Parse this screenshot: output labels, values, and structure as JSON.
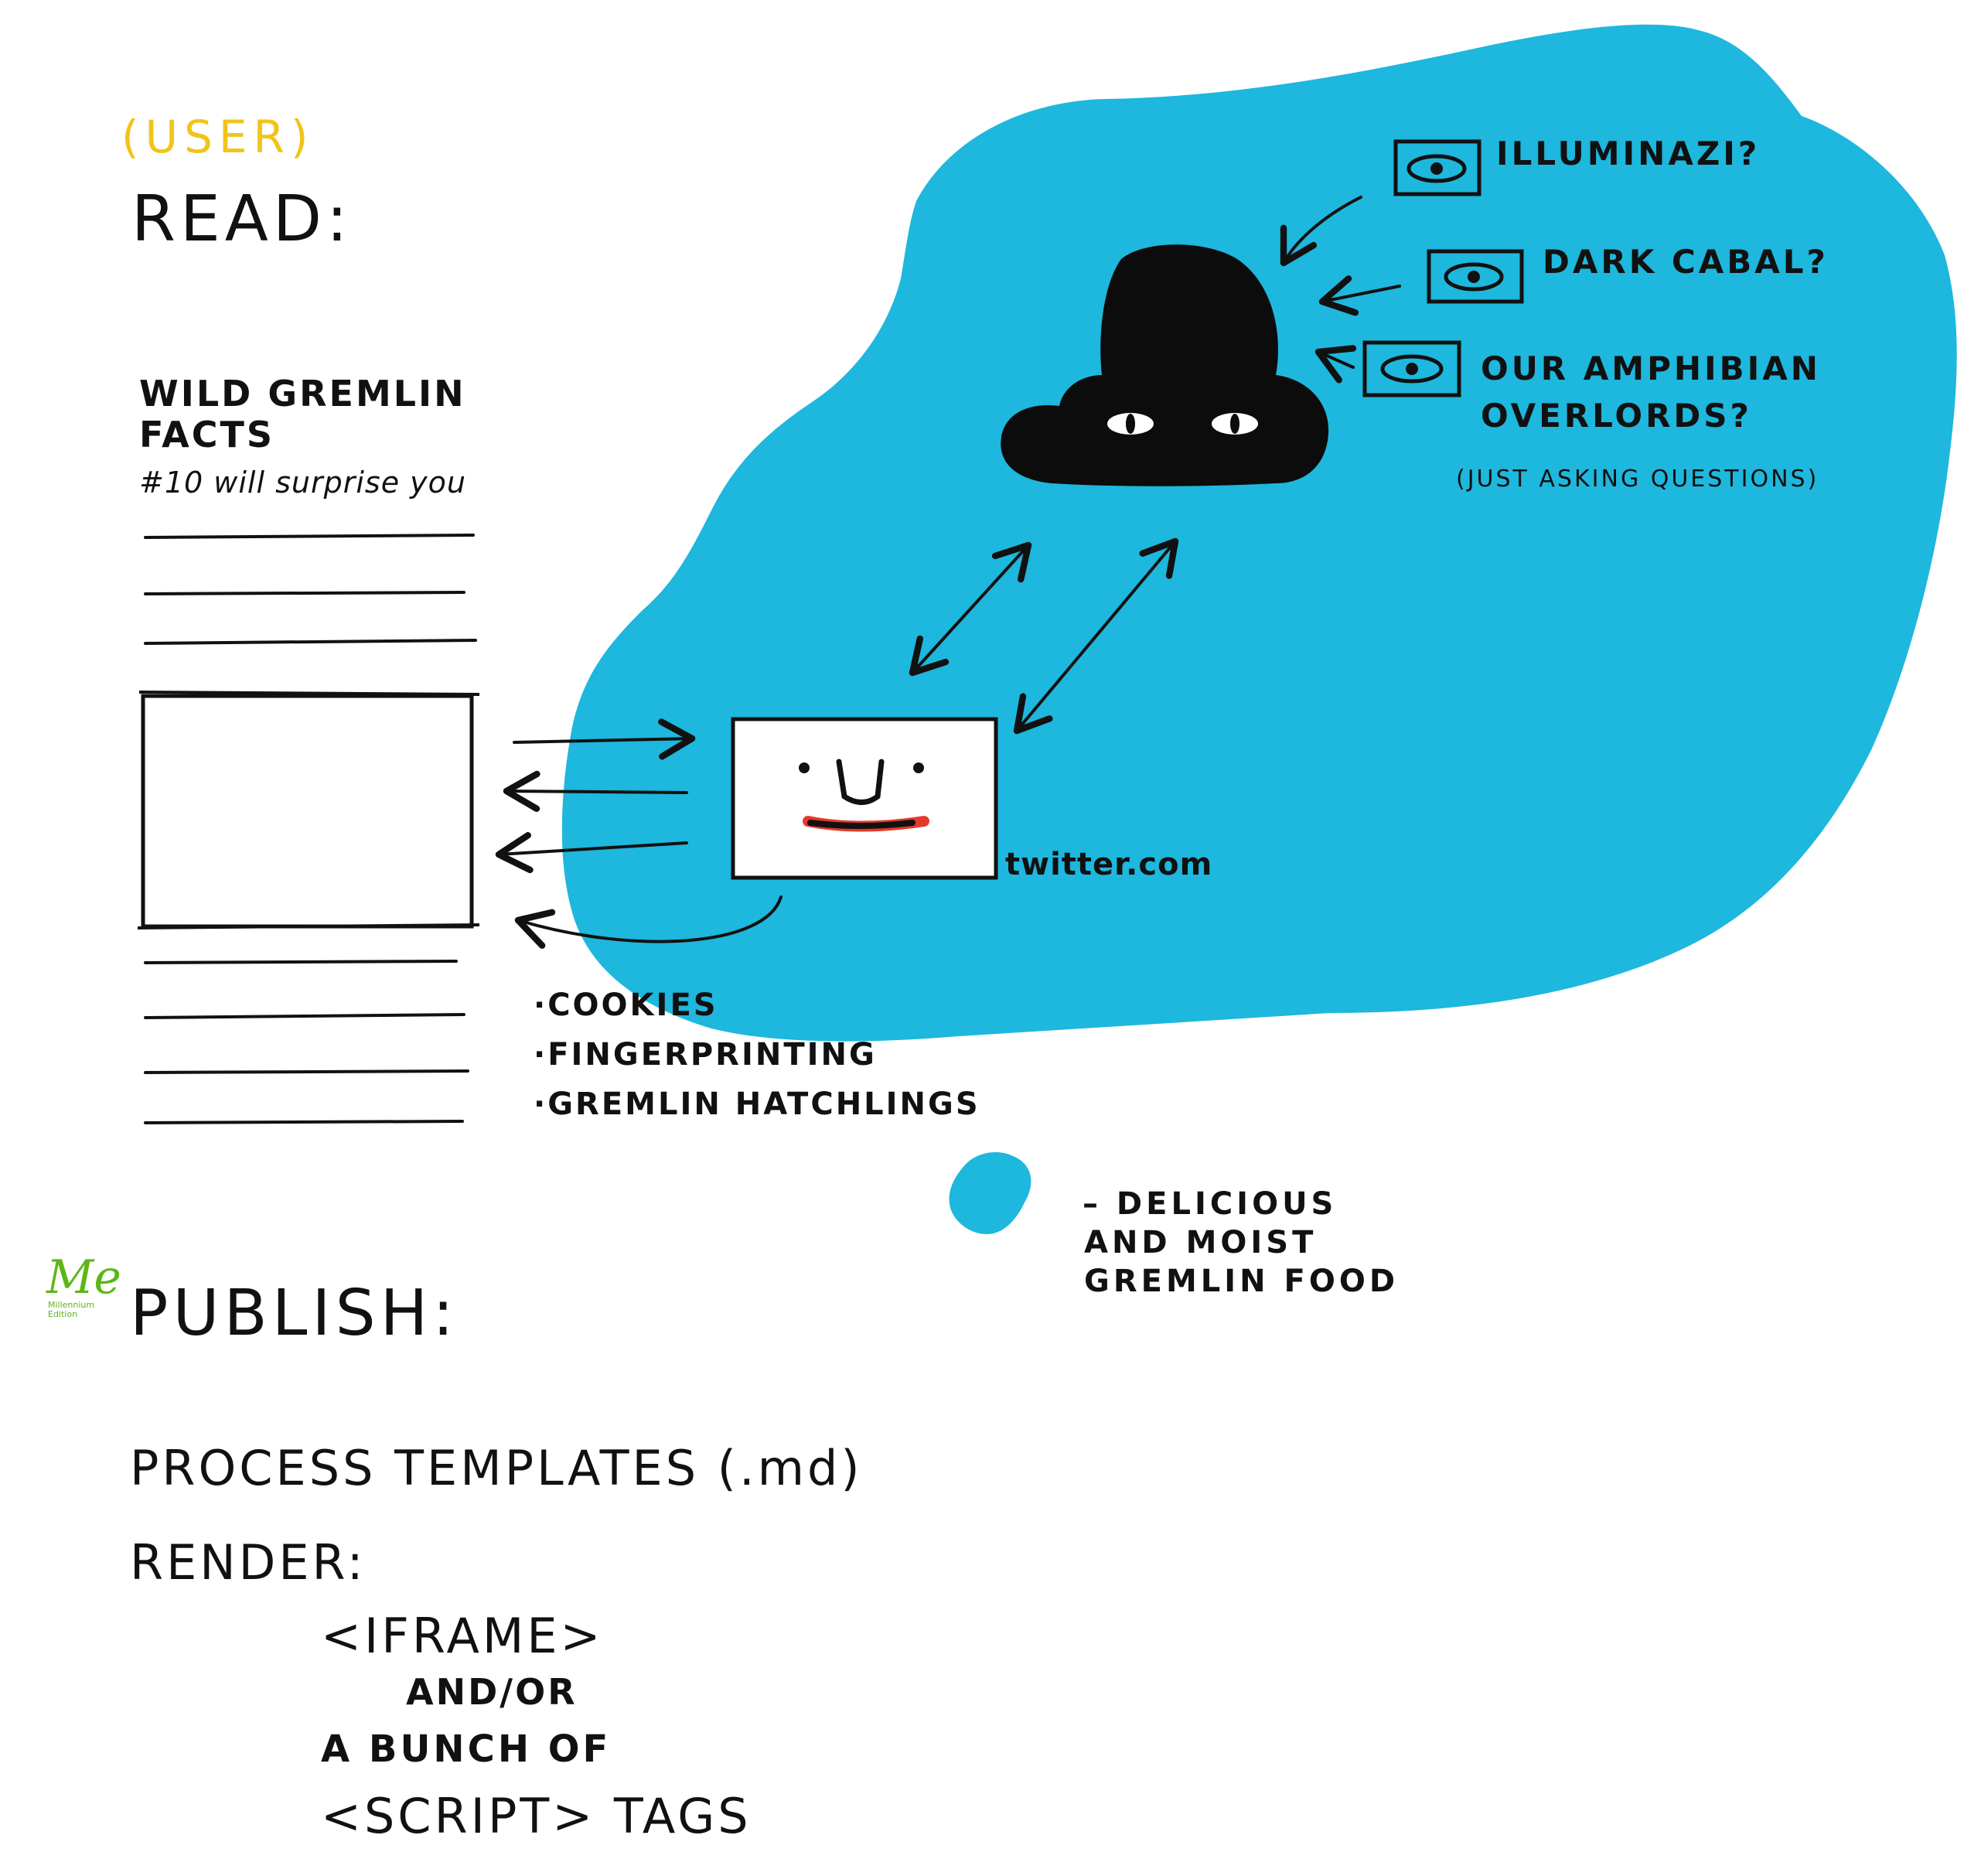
{
  "colors": {
    "blob": "#1eb7dd",
    "ink": "#111111",
    "accent": "#f0c419",
    "logo": "#5db617",
    "lip": "#e5392b"
  },
  "user_label": "(USER)",
  "read_title": "READ:",
  "article": {
    "title_line1": "WILD GREMLIN",
    "title_line2": "FACTS",
    "subtitle": "#10 will surprise you"
  },
  "tracker": {
    "site": "twitter.com",
    "icon": "smiley-face"
  },
  "questions": {
    "q1": "ILLUMINAZI?",
    "q2": "DARK CABAL?",
    "q3_line1": "OUR AMPHIBIAN",
    "q3_line2": "OVERLORDS?",
    "aside": "(JUST ASKING QUESTIONS)"
  },
  "tracking_methods": [
    "·COOKIES",
    "·FINGERPRINTING",
    "·GREMLIN HATCHLINGS"
  ],
  "legend": {
    "food_line1": "– DELICIOUS",
    "food_line2": "AND MOIST",
    "food_line3": "GREMLIN FOOD"
  },
  "logo": {
    "big": "Me",
    "small_line1": "Millennium",
    "small_line2": "Edition"
  },
  "publish": {
    "title": "PUBLISH:",
    "line1": "PROCESS TEMPLATES (.md)",
    "line2": "RENDER:",
    "line3": "<IFRAME>",
    "line4": "AND/OR",
    "line5": "A BUNCH OF",
    "line6": "<SCRIPT> TAGS"
  }
}
